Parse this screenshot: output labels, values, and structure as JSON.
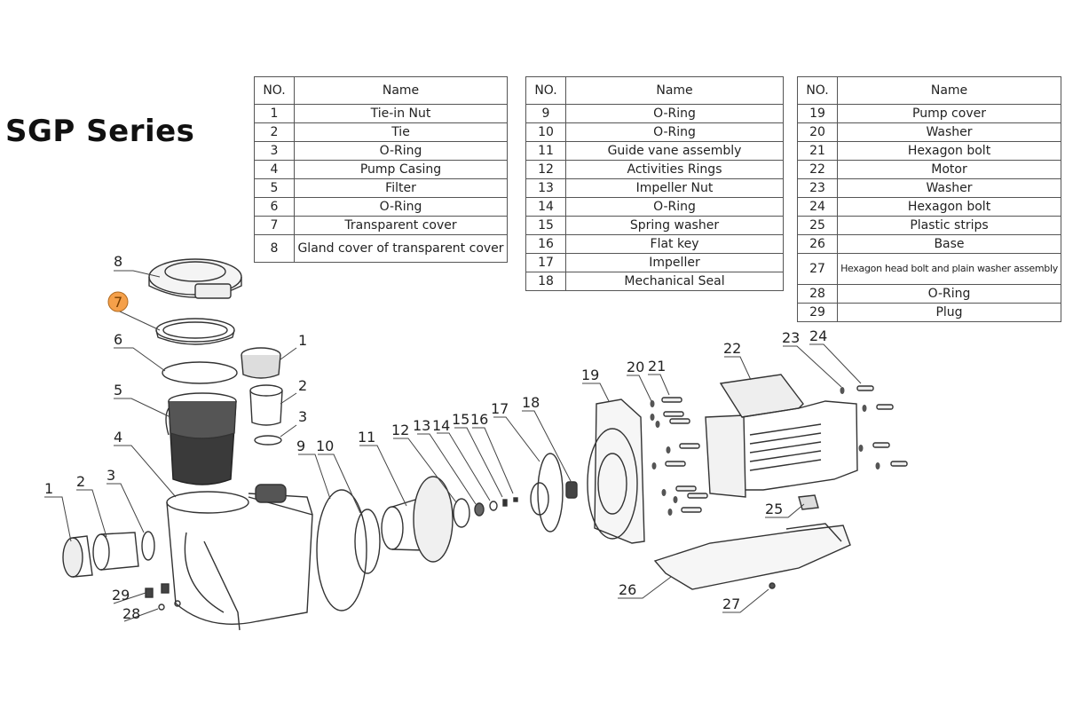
{
  "title": "SGP Series",
  "tables": [
    {
      "header": {
        "no": "NO.",
        "name": "Name"
      },
      "rows": [
        {
          "no": "1",
          "name": "Tie-in Nut"
        },
        {
          "no": "2",
          "name": "Tie"
        },
        {
          "no": "3",
          "name": "O-Ring"
        },
        {
          "no": "4",
          "name": "Pump Casing"
        },
        {
          "no": "5",
          "name": "Filter"
        },
        {
          "no": "6",
          "name": "O-Ring"
        },
        {
          "no": "7",
          "name": "Transparent cover"
        },
        {
          "no": "8",
          "name": "Gland cover of transparent cover"
        }
      ]
    },
    {
      "header": {
        "no": "NO.",
        "name": "Name"
      },
      "rows": [
        {
          "no": "9",
          "name": "O-Ring"
        },
        {
          "no": "10",
          "name": "O-Ring"
        },
        {
          "no": "11",
          "name": "Guide vane assembly"
        },
        {
          "no": "12",
          "name": "Activities Rings"
        },
        {
          "no": "13",
          "name": "Impeller Nut"
        },
        {
          "no": "14",
          "name": "O-Ring"
        },
        {
          "no": "15",
          "name": "Spring washer"
        },
        {
          "no": "16",
          "name": "Flat key"
        },
        {
          "no": "17",
          "name": "Impeller"
        },
        {
          "no": "18",
          "name": "Mechanical Seal"
        }
      ]
    },
    {
      "header": {
        "no": "NO.",
        "name": "Name"
      },
      "rows": [
        {
          "no": "19",
          "name": "Pump cover"
        },
        {
          "no": "20",
          "name": "Washer"
        },
        {
          "no": "21",
          "name": "Hexagon bolt"
        },
        {
          "no": "22",
          "name": "Motor"
        },
        {
          "no": "23",
          "name": "Washer"
        },
        {
          "no": "24",
          "name": "Hexagon bolt"
        },
        {
          "no": "25",
          "name": "Plastic strips"
        },
        {
          "no": "26",
          "name": "Base"
        },
        {
          "no": "27",
          "name": "Hexagon head bolt and plain washer assembly"
        },
        {
          "no": "28",
          "name": "O-Ring"
        },
        {
          "no": "29",
          "name": "Plug"
        }
      ]
    }
  ],
  "highlight": {
    "part": "7",
    "color": "#f5a04a"
  },
  "callouts": {
    "c1a": "1",
    "c2a": "2",
    "c3a": "3",
    "c1b": "1",
    "c2b": "2",
    "c3b": "3",
    "c4": "4",
    "c5": "5",
    "c6": "6",
    "c7": "7",
    "c8": "8",
    "c9": "9",
    "c10": "10",
    "c11": "11",
    "c12": "12",
    "c13": "13",
    "c14": "14",
    "c15": "15",
    "c16": "16",
    "c17": "17",
    "c18": "18",
    "c19": "19",
    "c20": "20",
    "c21": "21",
    "c22": "22",
    "c23": "23",
    "c24": "24",
    "c25": "25",
    "c26": "26",
    "c27": "27",
    "c28": "28",
    "c29": "29"
  }
}
